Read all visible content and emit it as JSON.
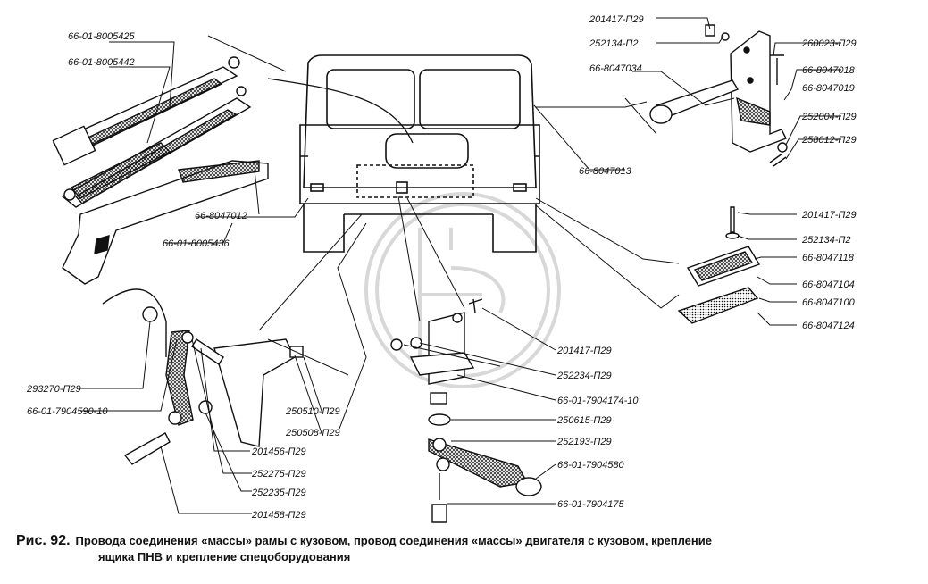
{
  "figure": {
    "number": "Рис. 92.",
    "caption_line1": "Провода соединения «массы» рамы с кузовом, провод соединения «массы» двигателя с кузовом, крепление",
    "caption_line2": "ящика ПНВ и крепление спецоборудования"
  },
  "labels": {
    "l01": "66-01-8005425",
    "l02": "66-01-8005442",
    "l03": "66-8047012",
    "l04": "66-01-8005436",
    "l05": "201417-П29",
    "l06": "252134-П2",
    "l07": "66-8047034",
    "l08": "260023-П29",
    "l09": "66-8047018",
    "l10": "66-8047019",
    "l11": "252004-П29",
    "l12": "258012-П29",
    "l13": "66-8047013",
    "l14": "201417-П29",
    "l15": "252134-П2",
    "l16": "66-8047118",
    "l17": "66-8047104",
    "l18": "66-8047100",
    "l19": "66-8047124",
    "l20": "293270-П29",
    "l21": "66-01-7904590-10",
    "l22": "201456-П29",
    "l23": "252275-П29",
    "l24": "252235-П29",
    "l25": "201458-П29",
    "l26": "250510-П29",
    "l27": "250508-П29",
    "l28": "201417-П29",
    "l29": "252234-П29",
    "l30": "66-01-7904174-10",
    "l31": "250615-П29",
    "l32": "252193-П29",
    "l33": "66-01-7904580",
    "l34": "66-01-7904175"
  }
}
